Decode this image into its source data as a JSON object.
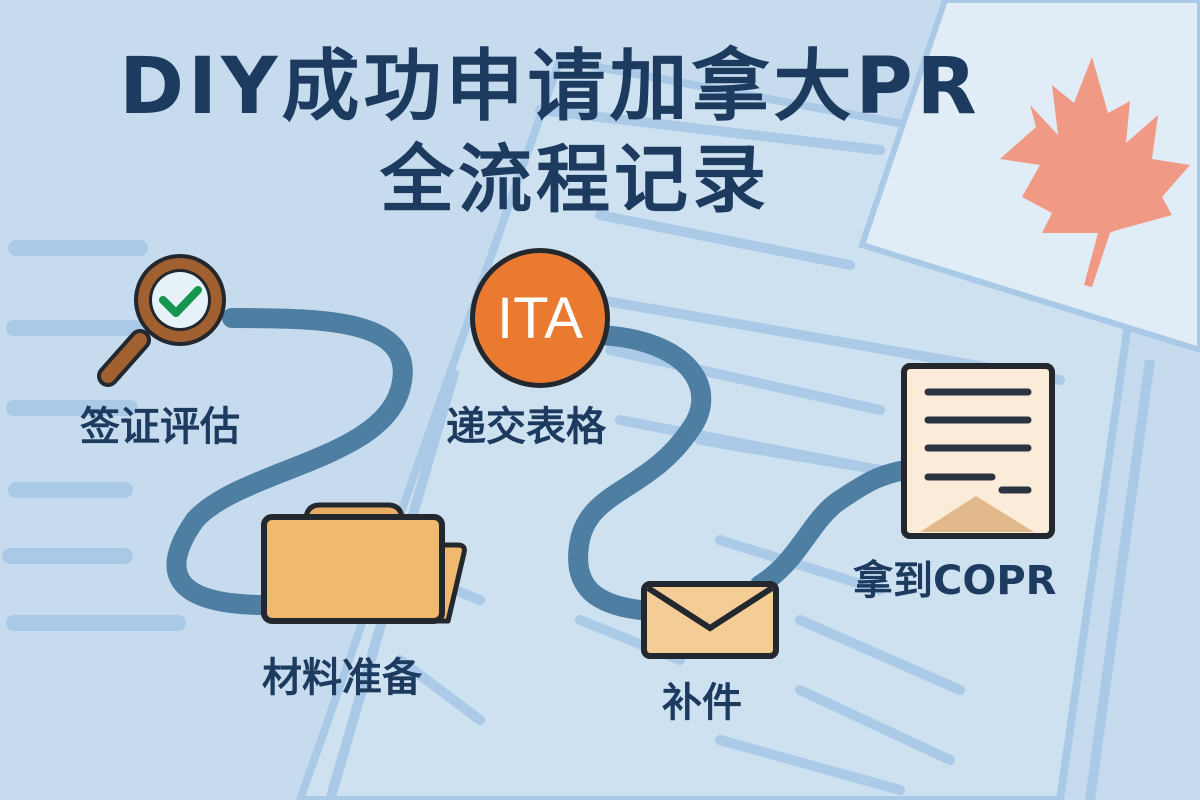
{
  "title": {
    "line1": "DIY成功申请加拿大PR",
    "line2": "全流程记录"
  },
  "steps": [
    {
      "label": "签证评估",
      "icon": "magnifier-check-icon"
    },
    {
      "label": "材料准备",
      "icon": "folder-icon"
    },
    {
      "label": "递交表格",
      "icon": "ita-badge-icon",
      "badge_text": "ITA"
    },
    {
      "label": "补件",
      "icon": "envelope-icon"
    },
    {
      "label": "拿到COPR",
      "icon": "document-icon"
    }
  ],
  "decor": {
    "maple_leaf": "maple-leaf-icon"
  },
  "colors": {
    "background": "#c6dcee",
    "title_text": "#1d3a5f",
    "path": "#4f7ea3",
    "magnifier_rim": "#a0602f",
    "check_green": "#14964e",
    "ita_orange": "#e97a30",
    "folder": "#f0b96e",
    "envelope": "#f3cd95",
    "document": "#fbebd9",
    "maple_leaf": "#f09a86",
    "outline": "#23272e"
  }
}
